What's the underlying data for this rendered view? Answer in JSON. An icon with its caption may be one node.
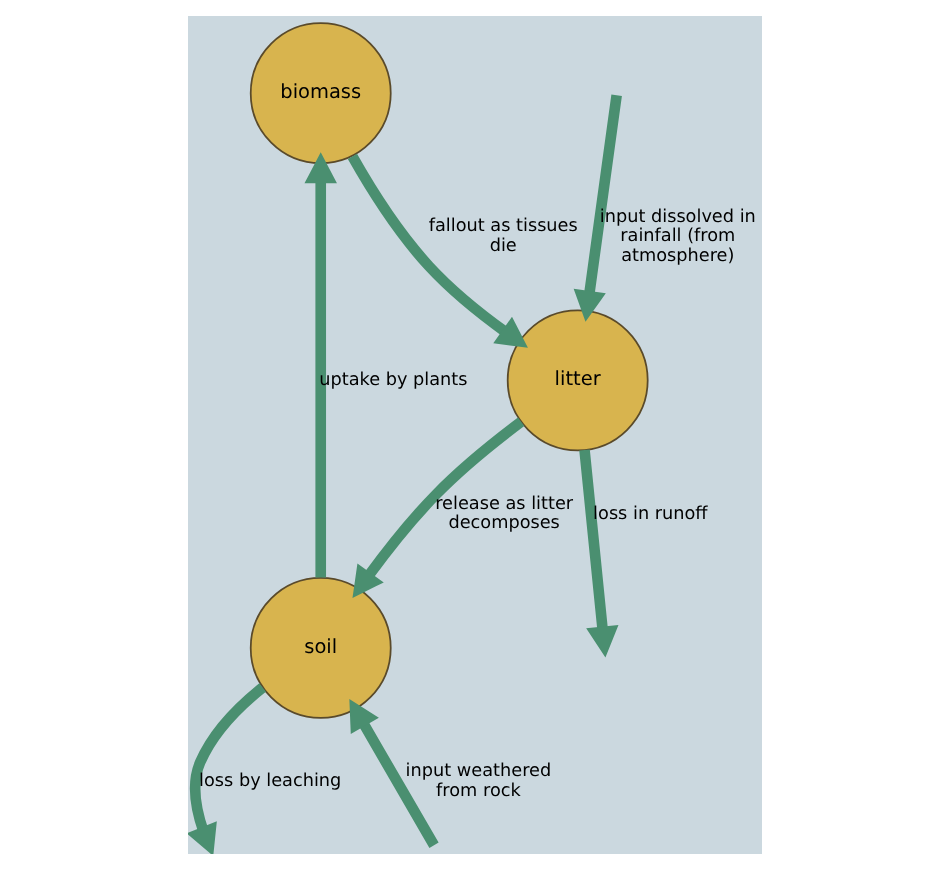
{
  "diagram": {
    "nodes": [
      {
        "text": [
          "biomass"
        ]
      },
      {
        "text": [
          "litter"
        ]
      },
      {
        "text": [
          "soil"
        ]
      }
    ],
    "edges": [
      {
        "from": null,
        "to": 1,
        "arrow": "to",
        "label": "input dissolved in rainfall (from  atmosphere)"
      },
      {
        "from": 0,
        "to": 1,
        "arrow": "to",
        "label": "fallout as tissues die"
      },
      {
        "from": 2,
        "to": 0,
        "arrow": "to",
        "label": "uptake by plants"
      },
      {
        "from": 1,
        "to": null,
        "arrow": "to",
        "label": "loss in runoff"
      },
      {
        "from": 1,
        "to": 2,
        "arrow": "to",
        "label": "release as litter decomposes"
      },
      {
        "from": 2,
        "to": null,
        "arrow": "to",
        "label": "loss by leaching"
      },
      {
        "from": null,
        "to": 2,
        "arrow": "to",
        "label": "input weathered from rock"
      }
    ]
  }
}
